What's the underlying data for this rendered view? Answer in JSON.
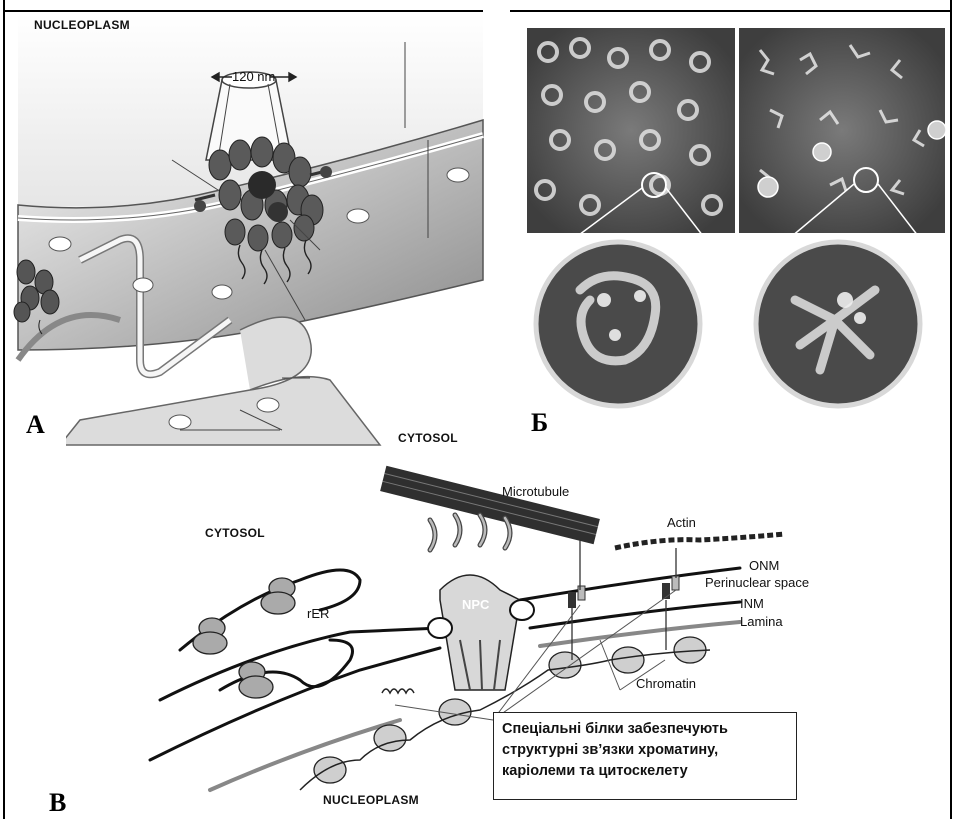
{
  "panel_a": {
    "letter": "А",
    "nucleoplasm": "NUCLEOPLASM",
    "scale": "120 nm"
  },
  "panel_b": {
    "letter": "Б"
  },
  "panel_c": {
    "letter": "В",
    "cytosol_top": "CYTOSOL",
    "cytosol_left": "CYTOSOL",
    "microtubule": "Microtubule",
    "actin": "Actin",
    "onm": "ONM",
    "perinuclear": "Perinuclear space",
    "inm": "INM",
    "lamina": "Lamina",
    "npc": "NPC",
    "rer": "rER",
    "chromatin": "Chromatin",
    "nucleoplasm": "NUCLEOPLASM",
    "callout_lines": [
      "Спеціальні білки забезпечують",
      "структурні зв’язки хроматину,",
      "каріолеми та цитоскелету"
    ]
  }
}
